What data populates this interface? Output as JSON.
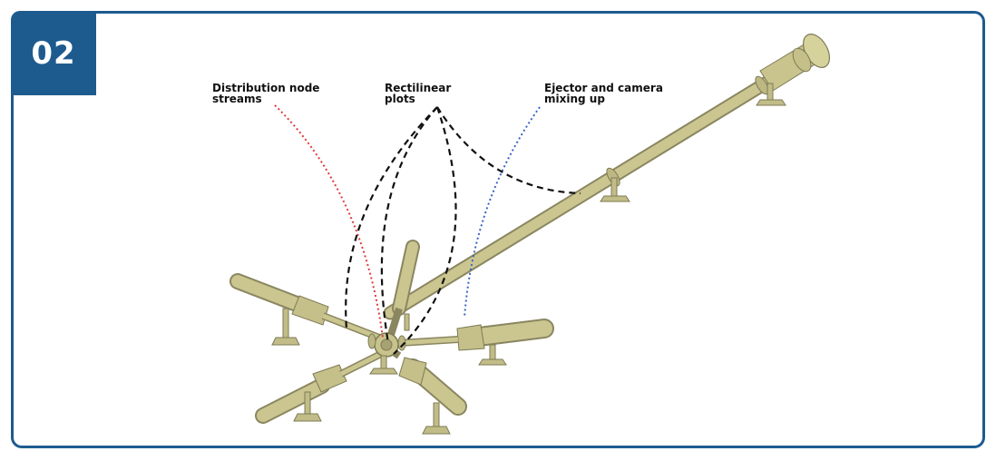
{
  "badge": {
    "number": "02"
  },
  "labels": {
    "distribution": "Distribution node\nstreams",
    "rectilinear": "Rectilinear\nplots",
    "ejector": "Ejector and camera\nmixing up"
  },
  "colors": {
    "frame": "#1d5b8f",
    "pipe": "#c9c48e",
    "pipe_edge": "#7d7a55",
    "red_dotted": "#e03a3a",
    "blue_dotted": "#3a63c4",
    "black_dashed": "#111111"
  }
}
